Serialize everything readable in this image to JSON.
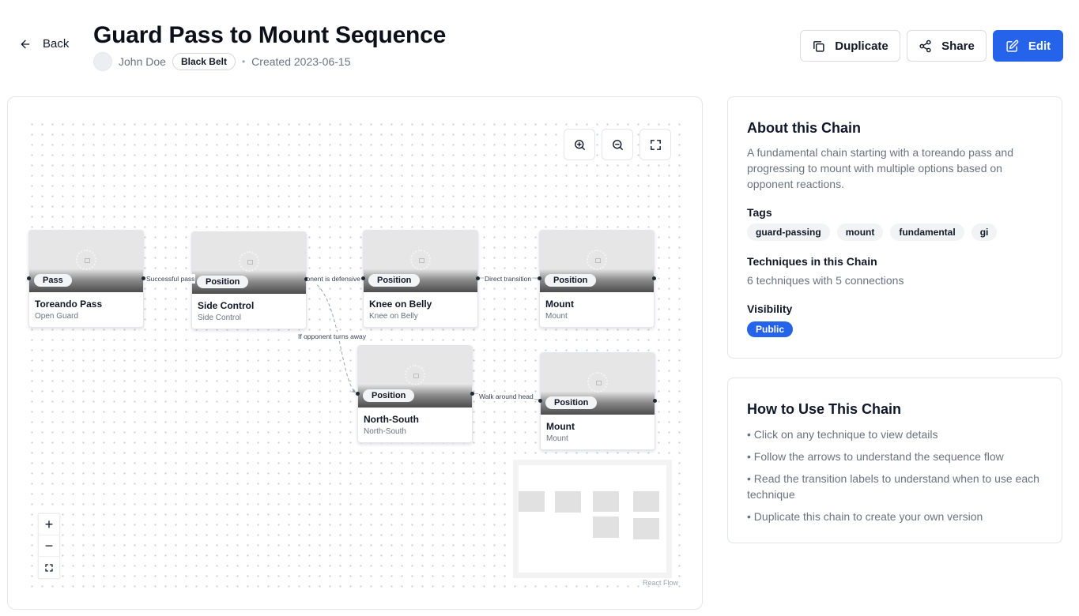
{
  "header": {
    "back_label": "Back",
    "title": "Guard Pass to Mount Sequence",
    "author": "John Doe",
    "belt": "Black Belt",
    "separator": "•",
    "created": "Created 2023-06-15",
    "duplicate_label": "Duplicate",
    "share_label": "Share",
    "edit_label": "Edit"
  },
  "flow": {
    "nodes": [
      {
        "tag": "Pass",
        "name": "Toreando Pass",
        "sub": "Open Guard"
      },
      {
        "tag": "Position",
        "name": "Side Control",
        "sub": "Side Control"
      },
      {
        "tag": "Position",
        "name": "Knee on Belly",
        "sub": "Knee on Belly"
      },
      {
        "tag": "Position",
        "name": "Mount",
        "sub": "Mount"
      },
      {
        "tag": "Position",
        "name": "North-South",
        "sub": "North-South"
      },
      {
        "tag": "Position",
        "name": "Mount",
        "sub": "Mount"
      }
    ],
    "edges": [
      {
        "label": "Successful pass"
      },
      {
        "label": "If opponent is defensive"
      },
      {
        "label": "Direct transition"
      },
      {
        "label": "If opponent turns away"
      },
      {
        "label": "Walk around head"
      }
    ],
    "controls": {
      "zoom_in": "+",
      "zoom_out": "−"
    },
    "attribution": "React Flow"
  },
  "about": {
    "title": "About this Chain",
    "description": "A fundamental chain starting with a toreando pass and progressing to mount with multiple options based on opponent reactions.",
    "tags_label": "Tags",
    "tags": [
      "guard-passing",
      "mount",
      "fundamental",
      "gi"
    ],
    "techniques_label": "Techniques in this Chain",
    "techniques_summary": "6 techniques with 5 connections",
    "visibility_label": "Visibility",
    "visibility": "Public"
  },
  "howto": {
    "title": "How to Use This Chain",
    "items": [
      "• Click on any technique to view details",
      "• Follow the arrows to understand the sequence flow",
      "• Read the transition labels to understand when to use each technique",
      "• Duplicate this chain to create your own version"
    ]
  },
  "colors": {
    "accent": "#2563eb",
    "text": "#0f172a",
    "muted": "#6b7280"
  }
}
